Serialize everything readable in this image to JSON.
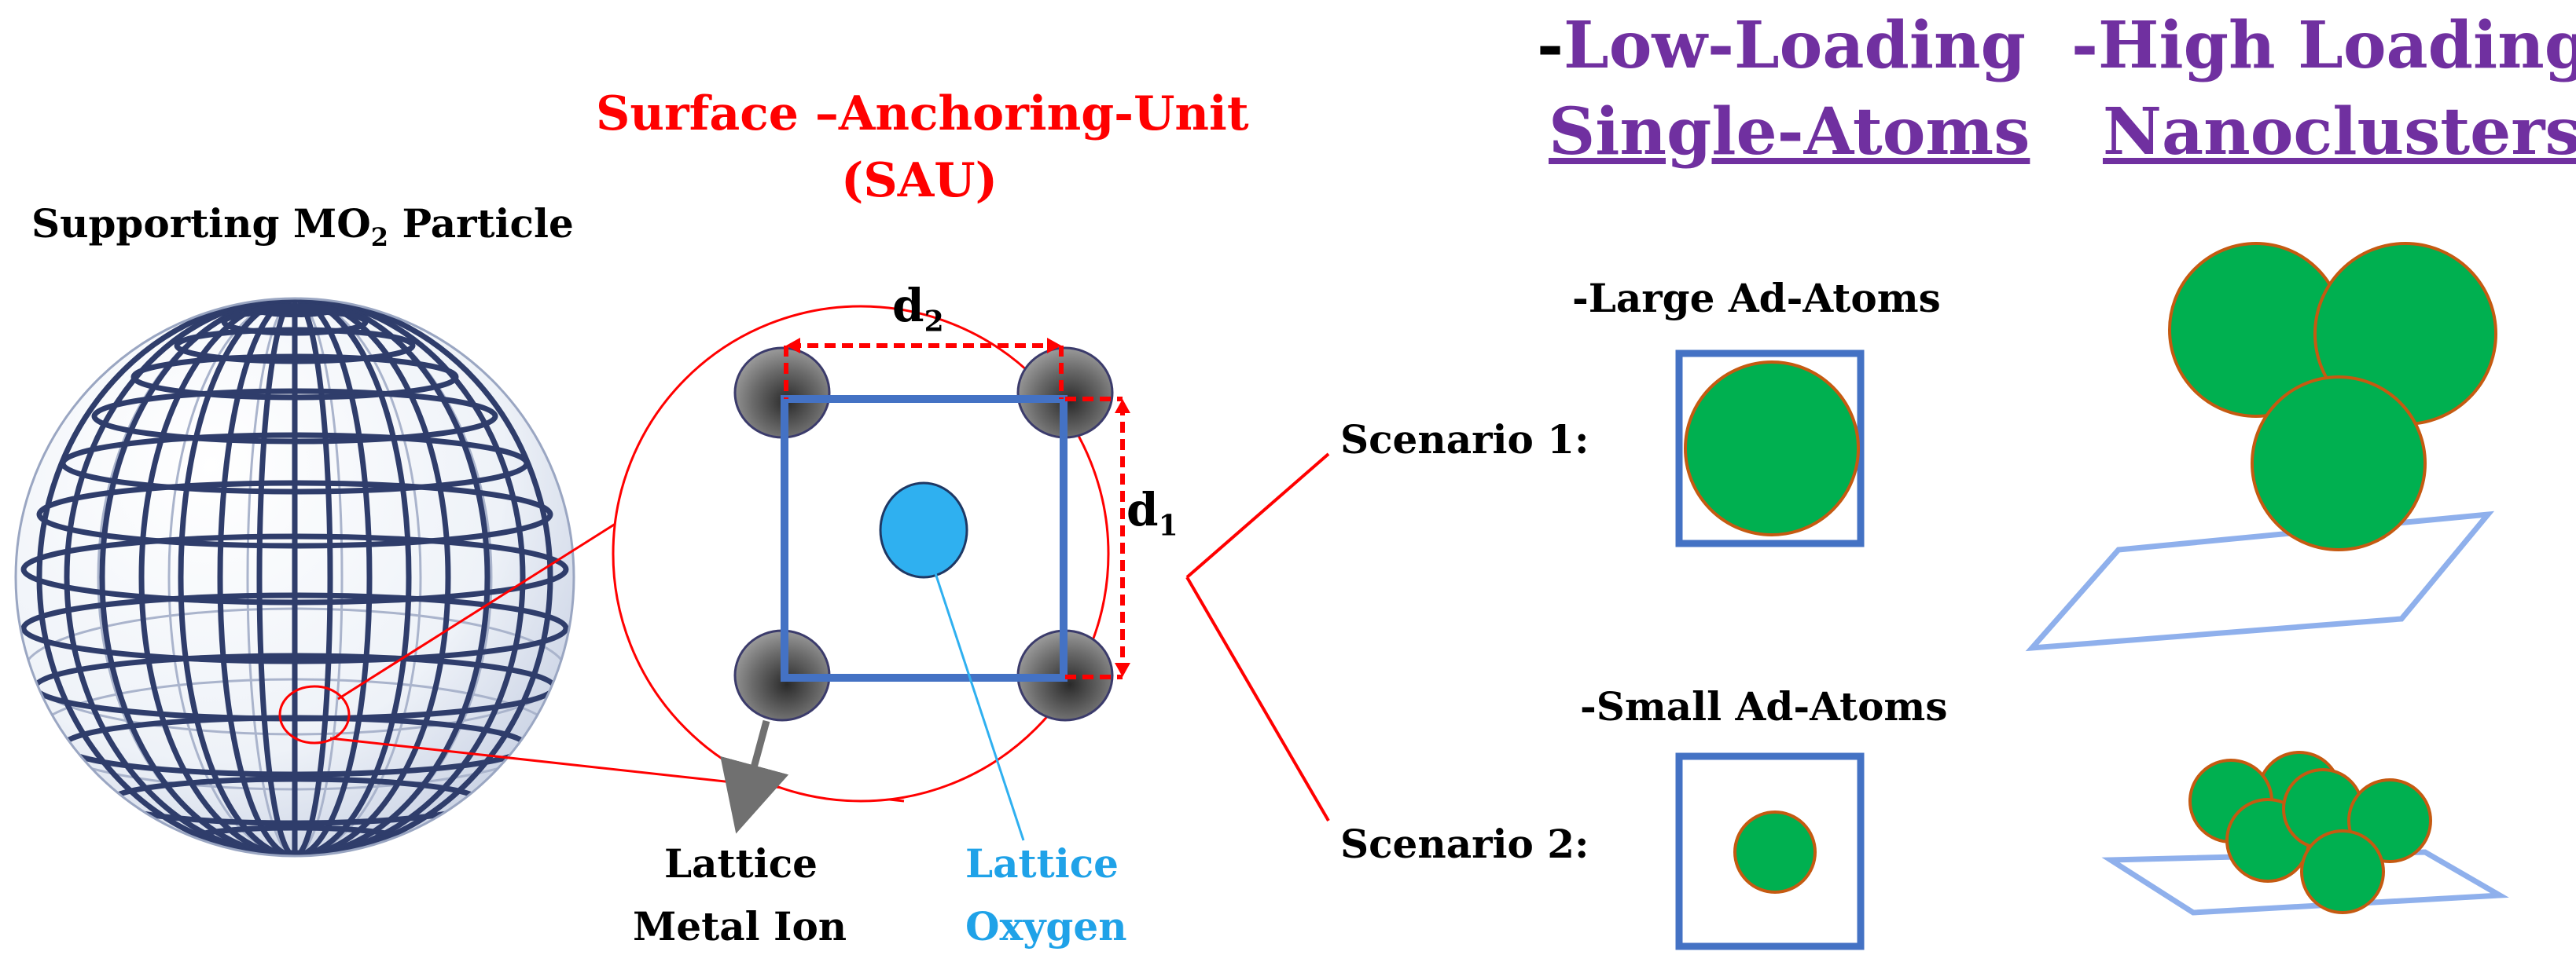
{
  "sphere": {
    "label_prefix": "Supporting MO",
    "label_sub": "2",
    "label_suffix": " Particle"
  },
  "sau": {
    "title_line1": "Surface –Anchoring-Unit",
    "title_line2": "(SAU)"
  },
  "dims": {
    "d2": "d",
    "d2_sub": "2",
    "d1": "d",
    "d1_sub": "1"
  },
  "labels": {
    "metal_line1": "Lattice",
    "metal_line2": "Metal Ion",
    "oxygen_line1": "Lattice",
    "oxygen_line2": "Oxygen"
  },
  "columns": {
    "low_dash": "-",
    "low_title": "Low-Loading",
    "low_sub": "Single-Atoms",
    "high_title": "-High Loading",
    "high_sub": "Nanoclusters"
  },
  "scenarios": {
    "s1": "Scenario 1:",
    "s2": "Scenario 2:",
    "large": "-Large Ad-Atoms",
    "small": "-Small Ad-Atoms"
  },
  "colors": {
    "grid": "#2f3d6b",
    "square": "#4472c4",
    "red": "#ff0000",
    "green": "#00b050",
    "orange_edge": "#c55a11",
    "oxygen": "#2fb0f0",
    "purple": "#7030a0"
  }
}
